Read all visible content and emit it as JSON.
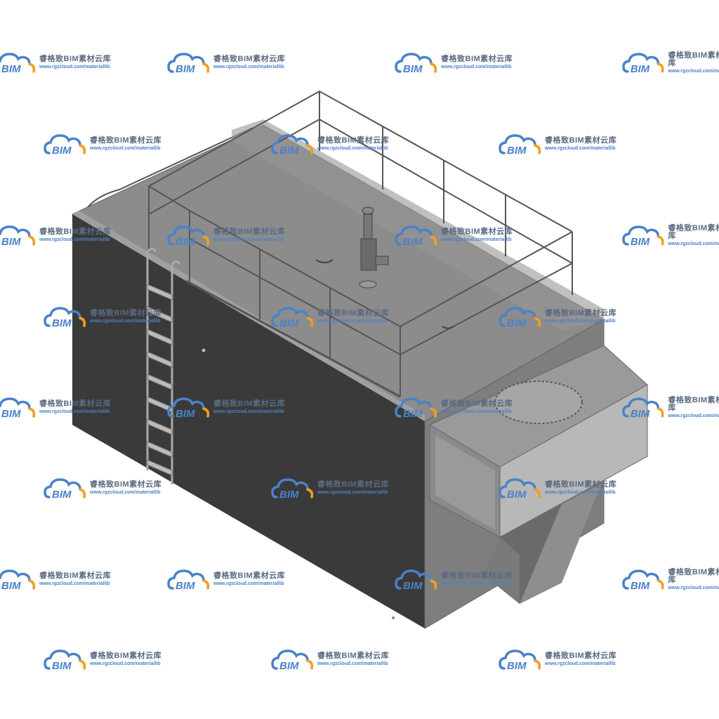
{
  "watermark": {
    "logo_text": "BIM",
    "brand": "睿格致BIM素材云库",
    "url": "www.rgzcloud.com/materiallib",
    "logo_color": "#4a82c8",
    "accent_color": "#f0a020"
  },
  "colors": {
    "front_face": "#3a3a3a",
    "top_face": "#8c8c8c",
    "side_face": "#7e7e7e",
    "rail": "#555555"
  }
}
